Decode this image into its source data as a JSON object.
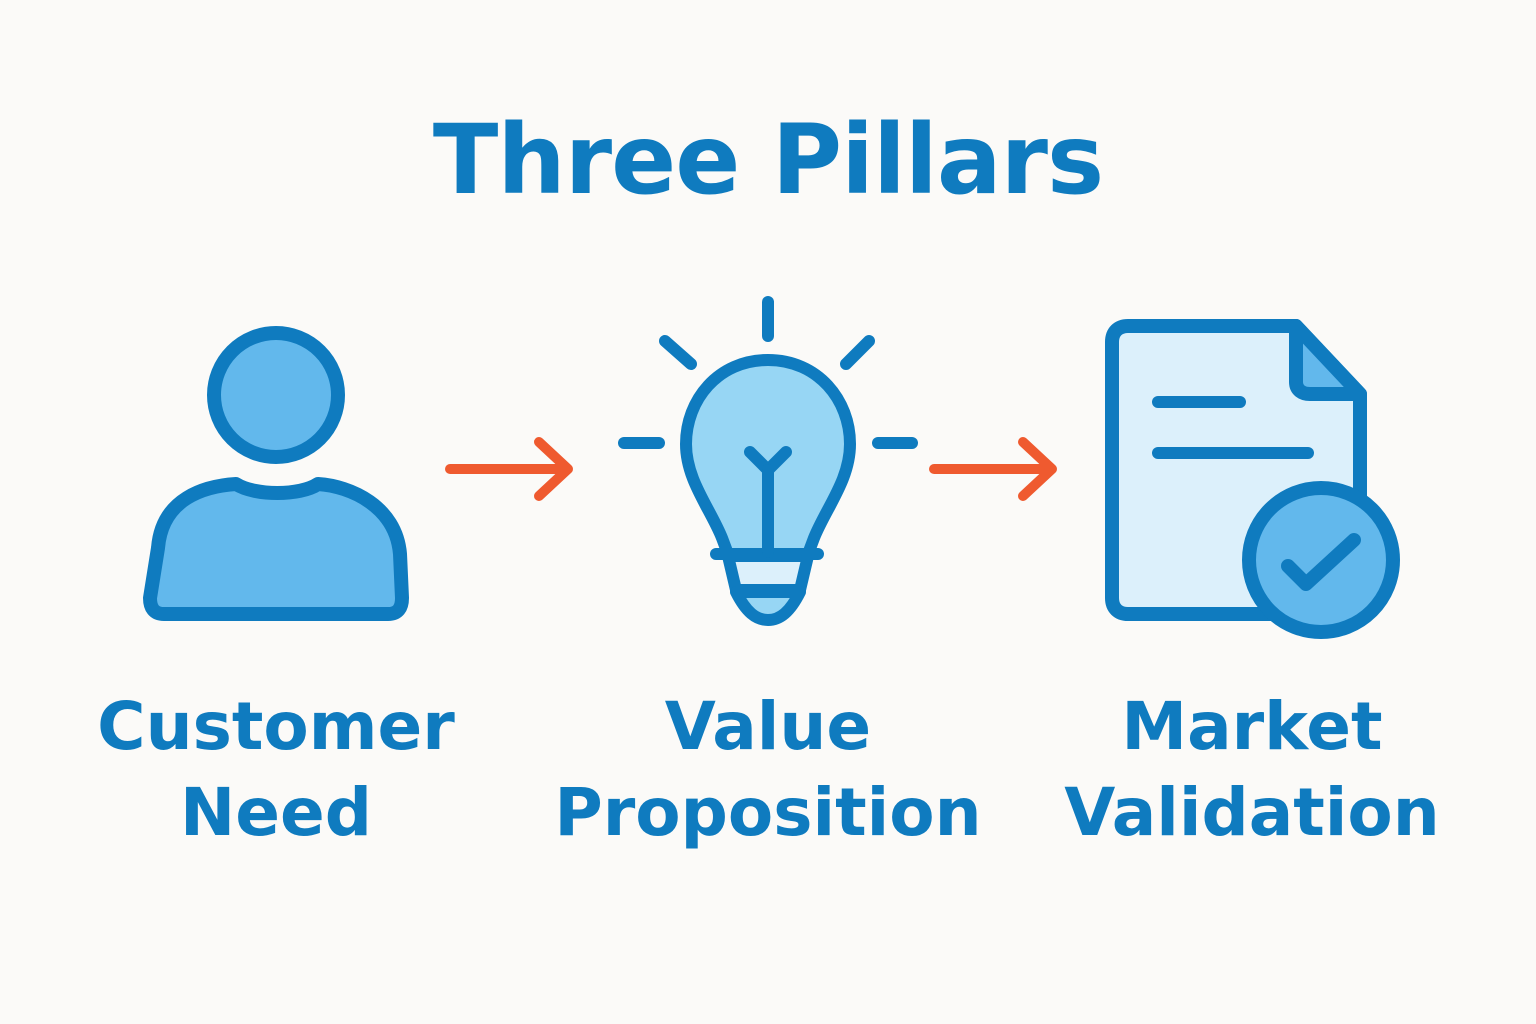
{
  "title": "Three Pillars",
  "colors": {
    "primary_blue": "#0f7bbf",
    "fill_blue": "#62b8ec",
    "light_fill_blue": "#97d6f4",
    "doc_fill_blue": "#dcf0fb",
    "arrow_orange": "#ef5a2f",
    "background": "#fbfaf8"
  },
  "pillars": [
    {
      "icon": "person-icon",
      "label_lines": [
        "Customer",
        "Need"
      ]
    },
    {
      "icon": "lightbulb-icon",
      "label_lines": [
        "Value",
        "Proposition"
      ]
    },
    {
      "icon": "document-check-icon",
      "label_lines": [
        "Market",
        "Validation"
      ]
    }
  ],
  "connectors": [
    {
      "from": "Customer Need",
      "to": "Value Proposition",
      "icon": "arrow-right-icon"
    },
    {
      "from": "Value Proposition",
      "to": "Market Validation",
      "icon": "arrow-right-icon"
    }
  ]
}
